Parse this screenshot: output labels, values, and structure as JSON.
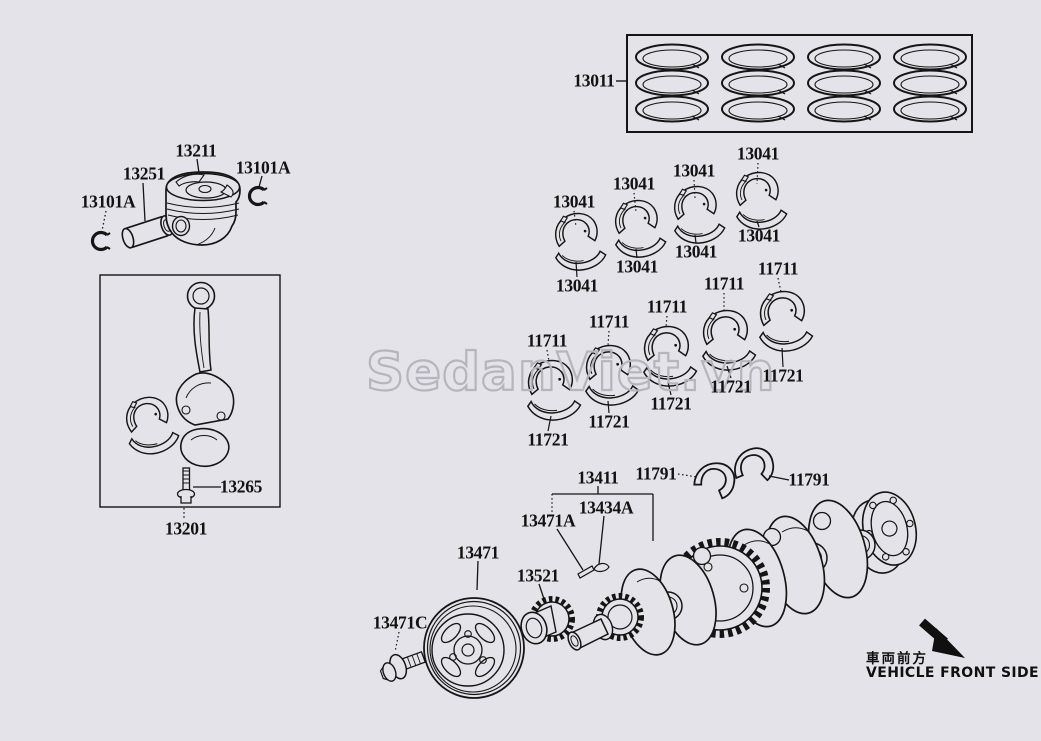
{
  "watermark": "SedanViet.vn",
  "front_side": {
    "jp": "車両前方",
    "en": "VEHICLE FRONT SIDE"
  },
  "parts": {
    "piston_ring_set": "13011",
    "piston": "13211",
    "piston_pin": "13251",
    "pin_snap_ring": "13101A",
    "connecting_rod_bolt": "13265",
    "connecting_rod": "13201",
    "main_bearing": "13041",
    "rod_bearing_upper": "11711",
    "rod_bearing_lower": "11721",
    "crankshaft": "13411",
    "thrust_washer": "11791",
    "crankshaft_key": "13434A",
    "pulley_key": "13471A",
    "crankshaft_pulley": "13471",
    "crankshaft_timing_gear": "13521",
    "pulley_bolt": "13471C"
  }
}
